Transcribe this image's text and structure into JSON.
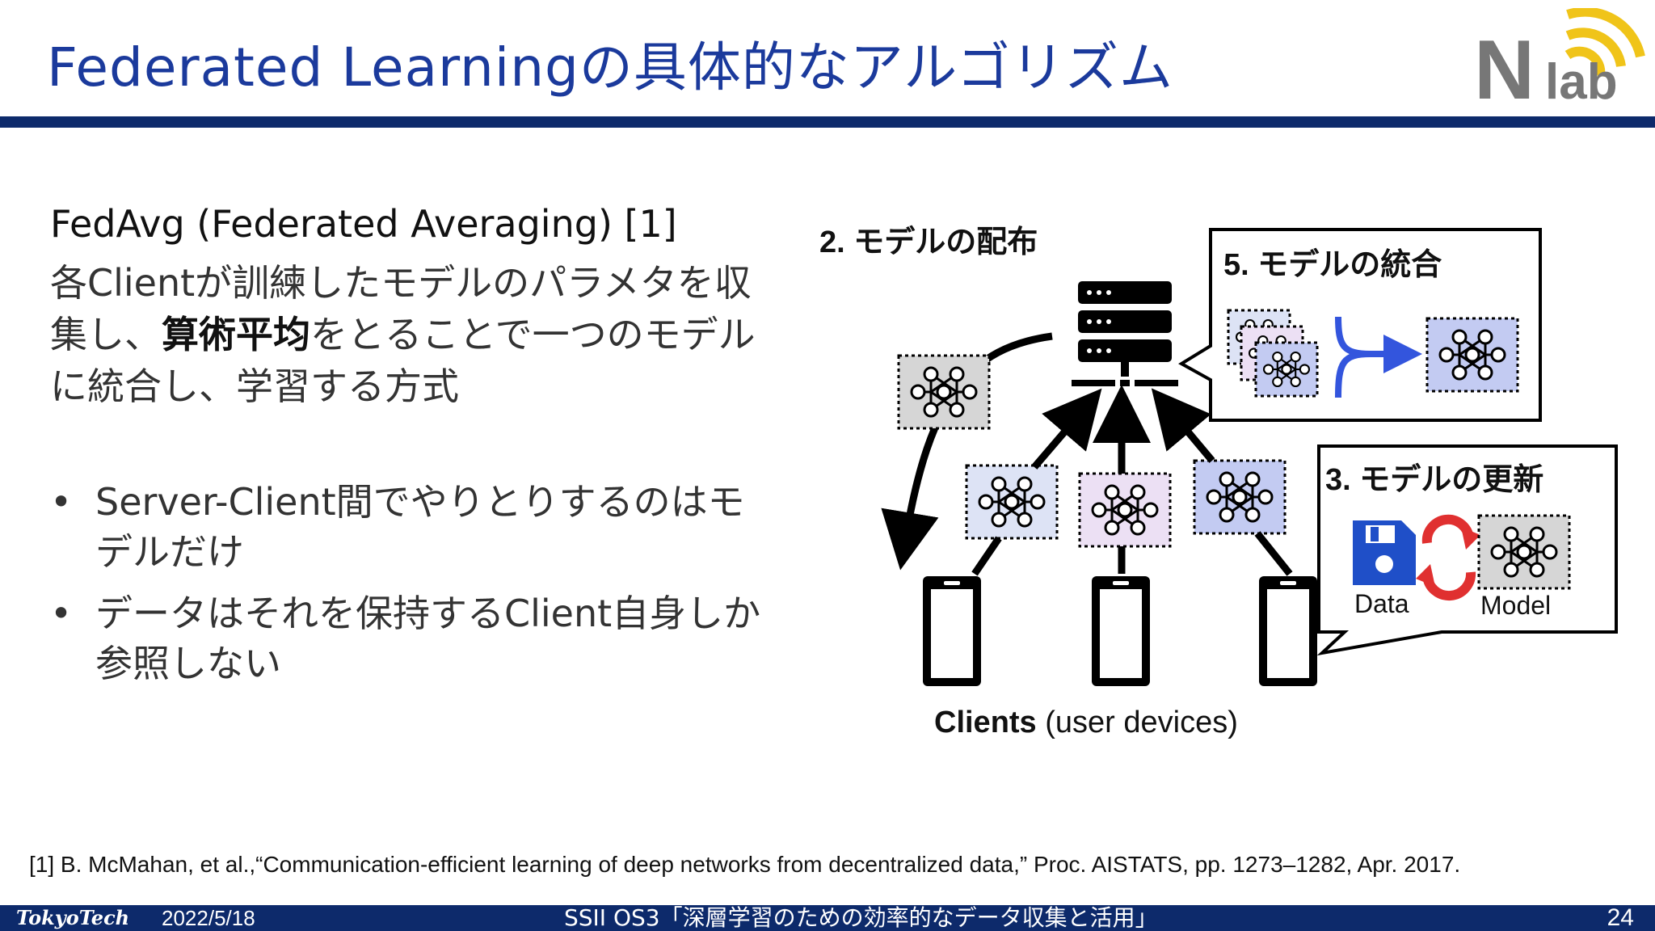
{
  "slide": {
    "title": "Federated Learningの具体的なアルゴリズム",
    "logo_text_n": "N",
    "logo_text_lab": "lab",
    "heading": "FedAvg (Federated Averaging) [1]",
    "description_1": "各Clientが訓練したモデルのパラメタを収集し、",
    "description_bold": "算術平均",
    "description_2": "をとることで一つのモデルに統合し、学習する方式",
    "bullets": [
      "Server-Client間でやりとりするのはモデルだけ",
      "データはそれを保持するClient自身しか参照しない"
    ],
    "bullet_marker": "•"
  },
  "diagram": {
    "label_distribute": "2. モデルの配布",
    "label_aggregate": "5. モデルの統合",
    "label_update": "3. モデルの更新",
    "label_data": "Data",
    "label_model": "Model",
    "clients_bold": "Clients",
    "clients_rest": " (user devices)",
    "colors": {
      "server": "#000000",
      "client_model_1": "#dde3f5",
      "client_model_2": "#ece0f4",
      "client_model_3": "#c3cbf2",
      "global_model": "#d6d6d6",
      "merge_arrow": "#3355dd",
      "data_icon": "#1f4fc8",
      "sync_icon": "#e03030"
    }
  },
  "reference": "[1] B. McMahan, et al.,“Communication-efficient learning of deep networks from decentralized data,” Proc. AISTATS, pp. 1273–1282, Apr. 2017.",
  "footer": {
    "institution": "TokyoTech",
    "date": "2022/5/18",
    "event": "SSII OS3「深層学習のための効率的なデータ収集と活用」",
    "page": "24"
  }
}
